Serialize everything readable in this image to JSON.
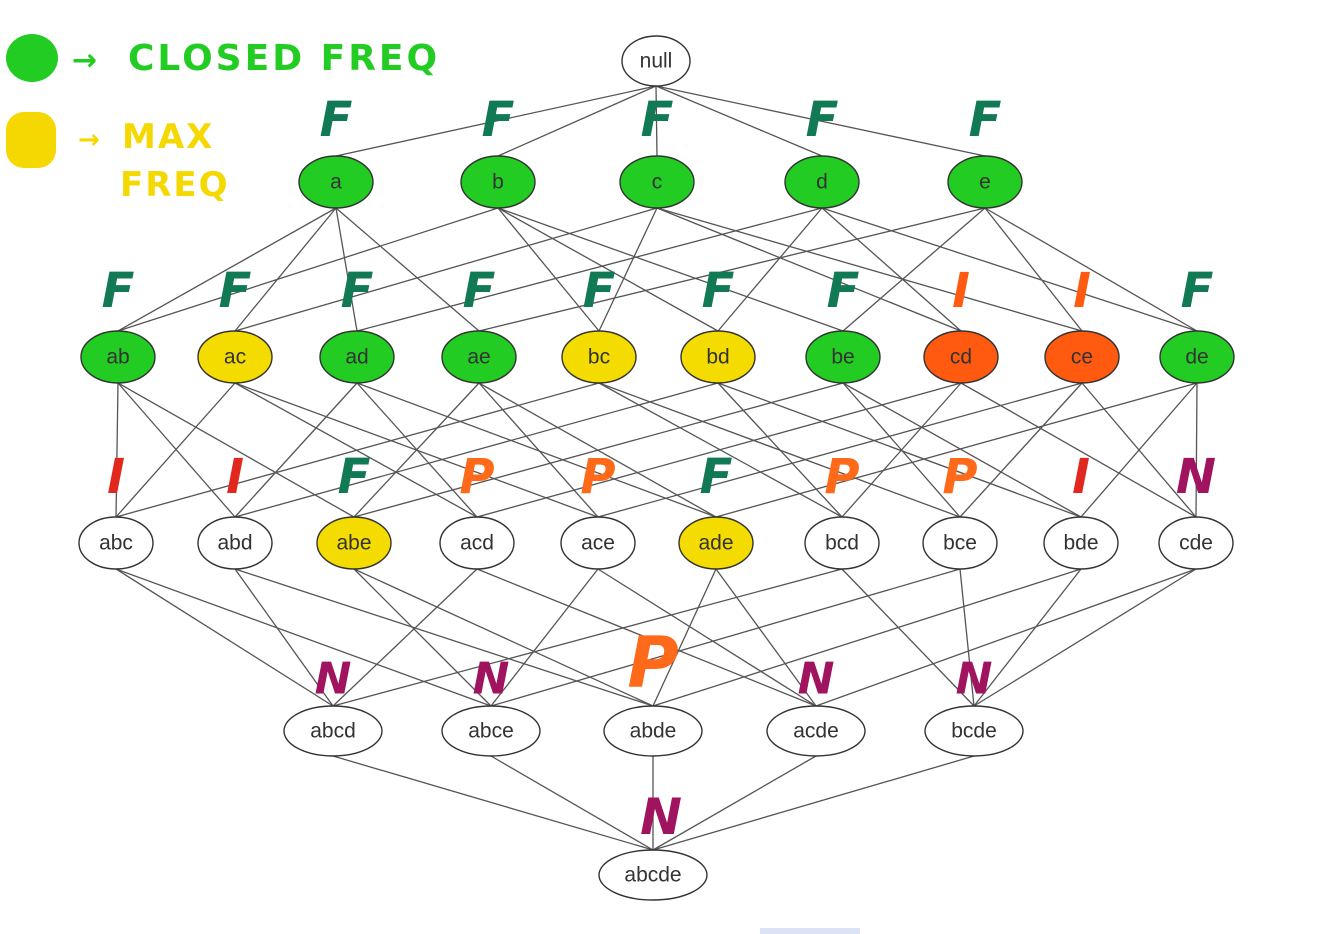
{
  "legend": {
    "closed": {
      "label": "CLOSED FREQ",
      "color": "#22cc22"
    },
    "maximal": {
      "label_line1": "MAX",
      "label_line2": "FREQ",
      "color": "#f5d800"
    }
  },
  "colors": {
    "green": "#22cc22",
    "yellow": "#f5dc00",
    "orange": "#ff5a10",
    "white": "#ffffff",
    "mark_F": "#117a55",
    "mark_I": "#e0281e",
    "mark_P": "#ff6a1a",
    "mark_N": "#a0135e",
    "mark_I_level2": "#ff5a10"
  },
  "nodes": [
    {
      "id": "null",
      "label": "null",
      "fill": "white",
      "mark": ""
    },
    {
      "id": "a",
      "label": "a",
      "fill": "green",
      "mark": "F"
    },
    {
      "id": "b",
      "label": "b",
      "fill": "green",
      "mark": "F"
    },
    {
      "id": "c",
      "label": "c",
      "fill": "green",
      "mark": "F"
    },
    {
      "id": "d",
      "label": "d",
      "fill": "green",
      "mark": "F"
    },
    {
      "id": "e",
      "label": "e",
      "fill": "green",
      "mark": "F"
    },
    {
      "id": "ab",
      "label": "ab",
      "fill": "green",
      "mark": "F"
    },
    {
      "id": "ac",
      "label": "ac",
      "fill": "yellow",
      "mark": "F"
    },
    {
      "id": "ad",
      "label": "ad",
      "fill": "green",
      "mark": "F"
    },
    {
      "id": "ae",
      "label": "ae",
      "fill": "green",
      "mark": "F"
    },
    {
      "id": "bc",
      "label": "bc",
      "fill": "yellow",
      "mark": "F"
    },
    {
      "id": "bd",
      "label": "bd",
      "fill": "yellow",
      "mark": "F"
    },
    {
      "id": "be",
      "label": "be",
      "fill": "green",
      "mark": "F"
    },
    {
      "id": "cd",
      "label": "cd",
      "fill": "orange",
      "mark": "I"
    },
    {
      "id": "ce",
      "label": "ce",
      "fill": "orange",
      "mark": "I"
    },
    {
      "id": "de",
      "label": "de",
      "fill": "green",
      "mark": "F"
    },
    {
      "id": "abc",
      "label": "abc",
      "fill": "white",
      "mark": "I"
    },
    {
      "id": "abd",
      "label": "abd",
      "fill": "white",
      "mark": "I"
    },
    {
      "id": "abe",
      "label": "abe",
      "fill": "yellow",
      "mark": "F"
    },
    {
      "id": "acd",
      "label": "acd",
      "fill": "white",
      "mark": "P"
    },
    {
      "id": "ace",
      "label": "ace",
      "fill": "white",
      "mark": "P"
    },
    {
      "id": "ade",
      "label": "ade",
      "fill": "yellow",
      "mark": "F"
    },
    {
      "id": "bcd",
      "label": "bcd",
      "fill": "white",
      "mark": "P"
    },
    {
      "id": "bce",
      "label": "bce",
      "fill": "white",
      "mark": "P"
    },
    {
      "id": "bde",
      "label": "bde",
      "fill": "white",
      "mark": "I"
    },
    {
      "id": "cde",
      "label": "cde",
      "fill": "white",
      "mark": "N"
    },
    {
      "id": "abcd",
      "label": "abcd",
      "fill": "white",
      "mark": "N"
    },
    {
      "id": "abce",
      "label": "abce",
      "fill": "white",
      "mark": "N"
    },
    {
      "id": "abde",
      "label": "abde",
      "fill": "white",
      "mark": "P"
    },
    {
      "id": "acde",
      "label": "acde",
      "fill": "white",
      "mark": "N"
    },
    {
      "id": "bcde",
      "label": "bcde",
      "fill": "white",
      "mark": "N"
    },
    {
      "id": "abcde",
      "label": "abcde",
      "fill": "white",
      "mark": "N"
    }
  ]
}
